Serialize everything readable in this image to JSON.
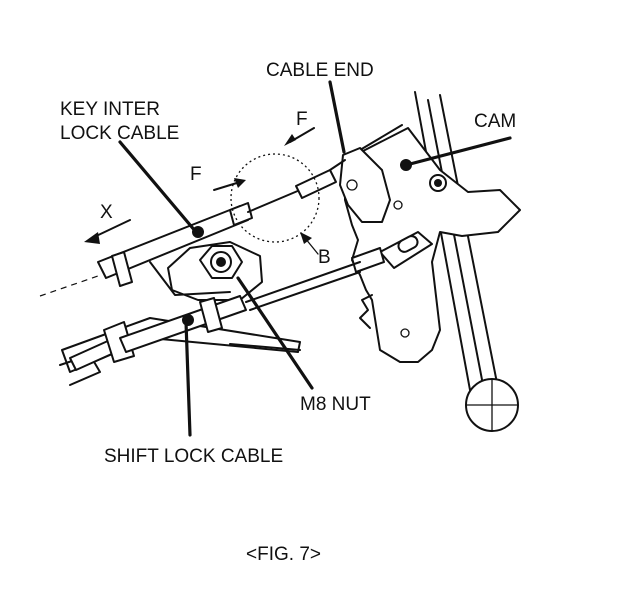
{
  "labels": {
    "cable_end": "CABLE END",
    "cam": "CAM",
    "key_inter_line1": "KEY INTER",
    "key_inter_line2": "LOCK CABLE",
    "force_upper": "F",
    "force_lower": "F",
    "direction_x": "X",
    "point_b": "B",
    "m8_nut": "M8 NUT",
    "shift_lock_cable": "SHIFT LOCK CABLE"
  },
  "caption": "<FIG. 7>"
}
